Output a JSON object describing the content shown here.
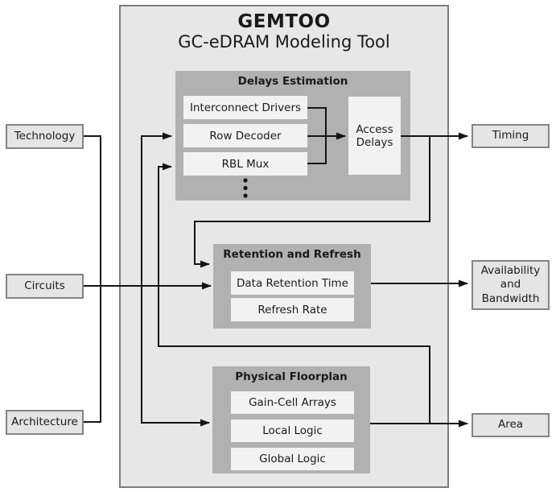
{
  "diagram": {
    "title": "GEMTOO",
    "subtitle": "GC-eDRAM Modeling Tool"
  },
  "inputs": [
    {
      "label": "Technology"
    },
    {
      "label": "Circuits"
    },
    {
      "label": "Architecture"
    }
  ],
  "outputs": [
    {
      "label": "Timing"
    },
    {
      "label": "Availability\nand\nBandwidth"
    },
    {
      "label": "Area"
    }
  ],
  "modules": [
    {
      "title": "Delays Estimation",
      "items": [
        "Interconnect Drivers",
        "Row Decoder",
        "RBL Mux"
      ],
      "result": "Access\nDelays"
    },
    {
      "title": "Retention and Refresh",
      "items": [
        "Data Retention Time",
        "Refresh Rate"
      ]
    },
    {
      "title": "Physical Floorplan",
      "items": [
        "Gain-Cell Arrays",
        "Local Logic",
        "Global Logic"
      ]
    }
  ],
  "colors": {
    "frame_bg": "#e7e7e7",
    "module_bg": "#b1b1b1",
    "item_bg": "#f2f2f2",
    "line": "#141414"
  }
}
